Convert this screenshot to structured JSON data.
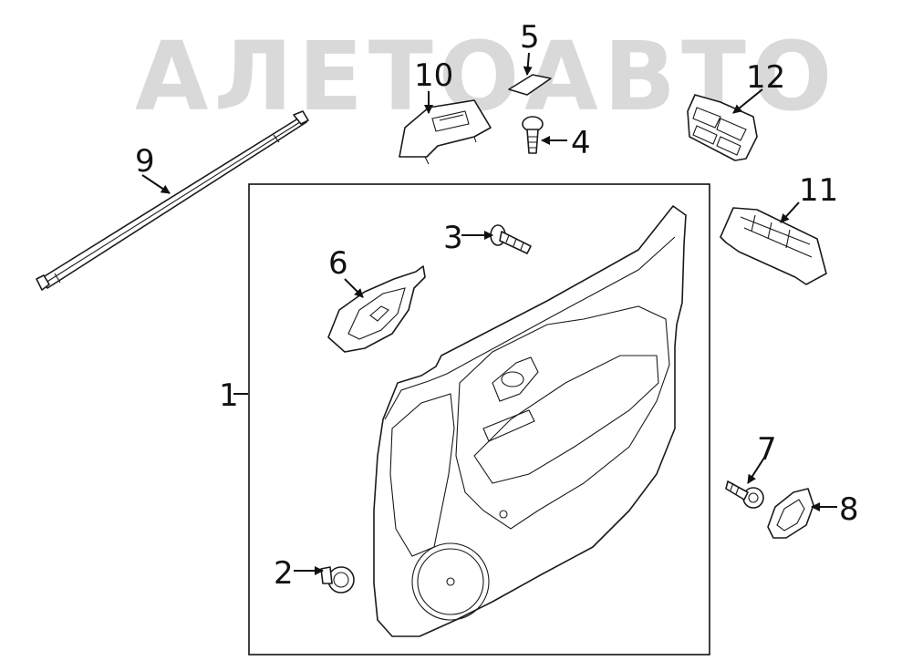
{
  "watermark": {
    "text": "АЛЕТОАВТО",
    "color": "#d9d9d9"
  },
  "callouts": [
    {
      "id": "1",
      "text": "1"
    },
    {
      "id": "2",
      "text": "2"
    },
    {
      "id": "3",
      "text": "3"
    },
    {
      "id": "4",
      "text": "4"
    },
    {
      "id": "5",
      "text": "5"
    },
    {
      "id": "6",
      "text": "6"
    },
    {
      "id": "7",
      "text": "7"
    },
    {
      "id": "8",
      "text": "8"
    },
    {
      "id": "9",
      "text": "9"
    },
    {
      "id": "10",
      "text": "10"
    },
    {
      "id": "11",
      "text": "11"
    },
    {
      "id": "12",
      "text": "12"
    }
  ]
}
